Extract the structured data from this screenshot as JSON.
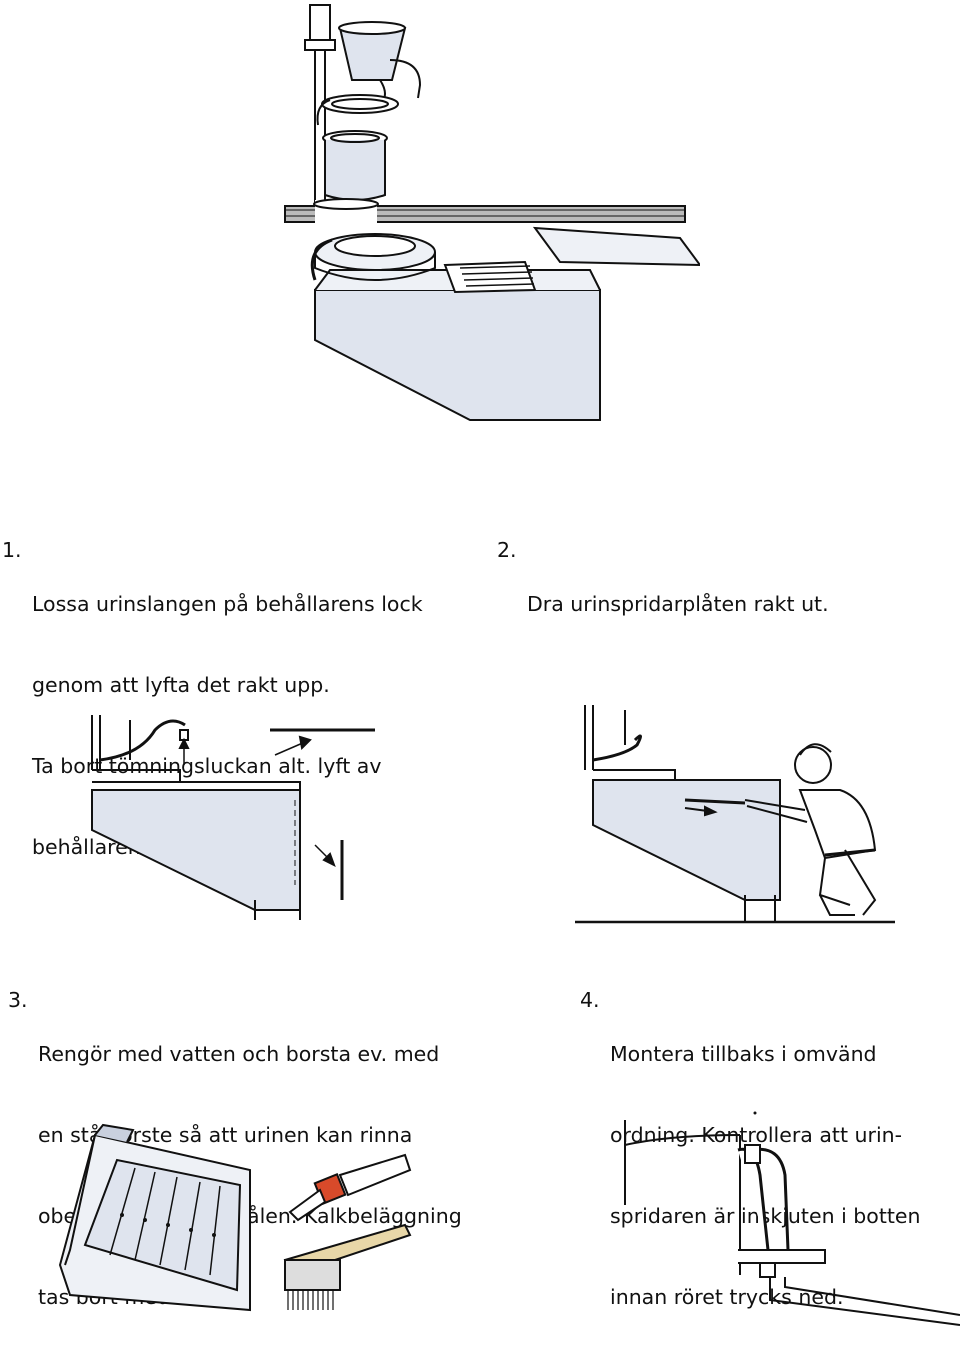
{
  "steps": [
    {
      "number": "1.",
      "lines": [
        "Lossa urinslangen på behållarens lock",
        "genom att lyfta det rakt upp.",
        "Ta bort tömningsluckan alt. lyft av",
        "behållarens främre lock."
      ]
    },
    {
      "number": "2.",
      "lines": [
        "Dra urinspridarplåten rakt ut."
      ]
    },
    {
      "number": "3.",
      "lines": [
        "Rengör med vatten och borsta ev. med",
        "en stålborste så att urinen kan rinna",
        "obehindrat genom hålen. Kalkbeläggning",
        "tas bort med ättika."
      ]
    },
    {
      "number": "4.",
      "lines": [
        "Montera tillbaks i omvänd",
        "ordning. Kontrollera att urin-",
        "spridaren är inskjuten i botten",
        "innan röret trycks ned."
      ]
    }
  ],
  "colors": {
    "line": "#111111",
    "panel": "#dfe4ee",
    "panel_shade": "#c9d0de",
    "brush_handle": "#e8d7a8",
    "nozzle": "#d84a2a"
  }
}
